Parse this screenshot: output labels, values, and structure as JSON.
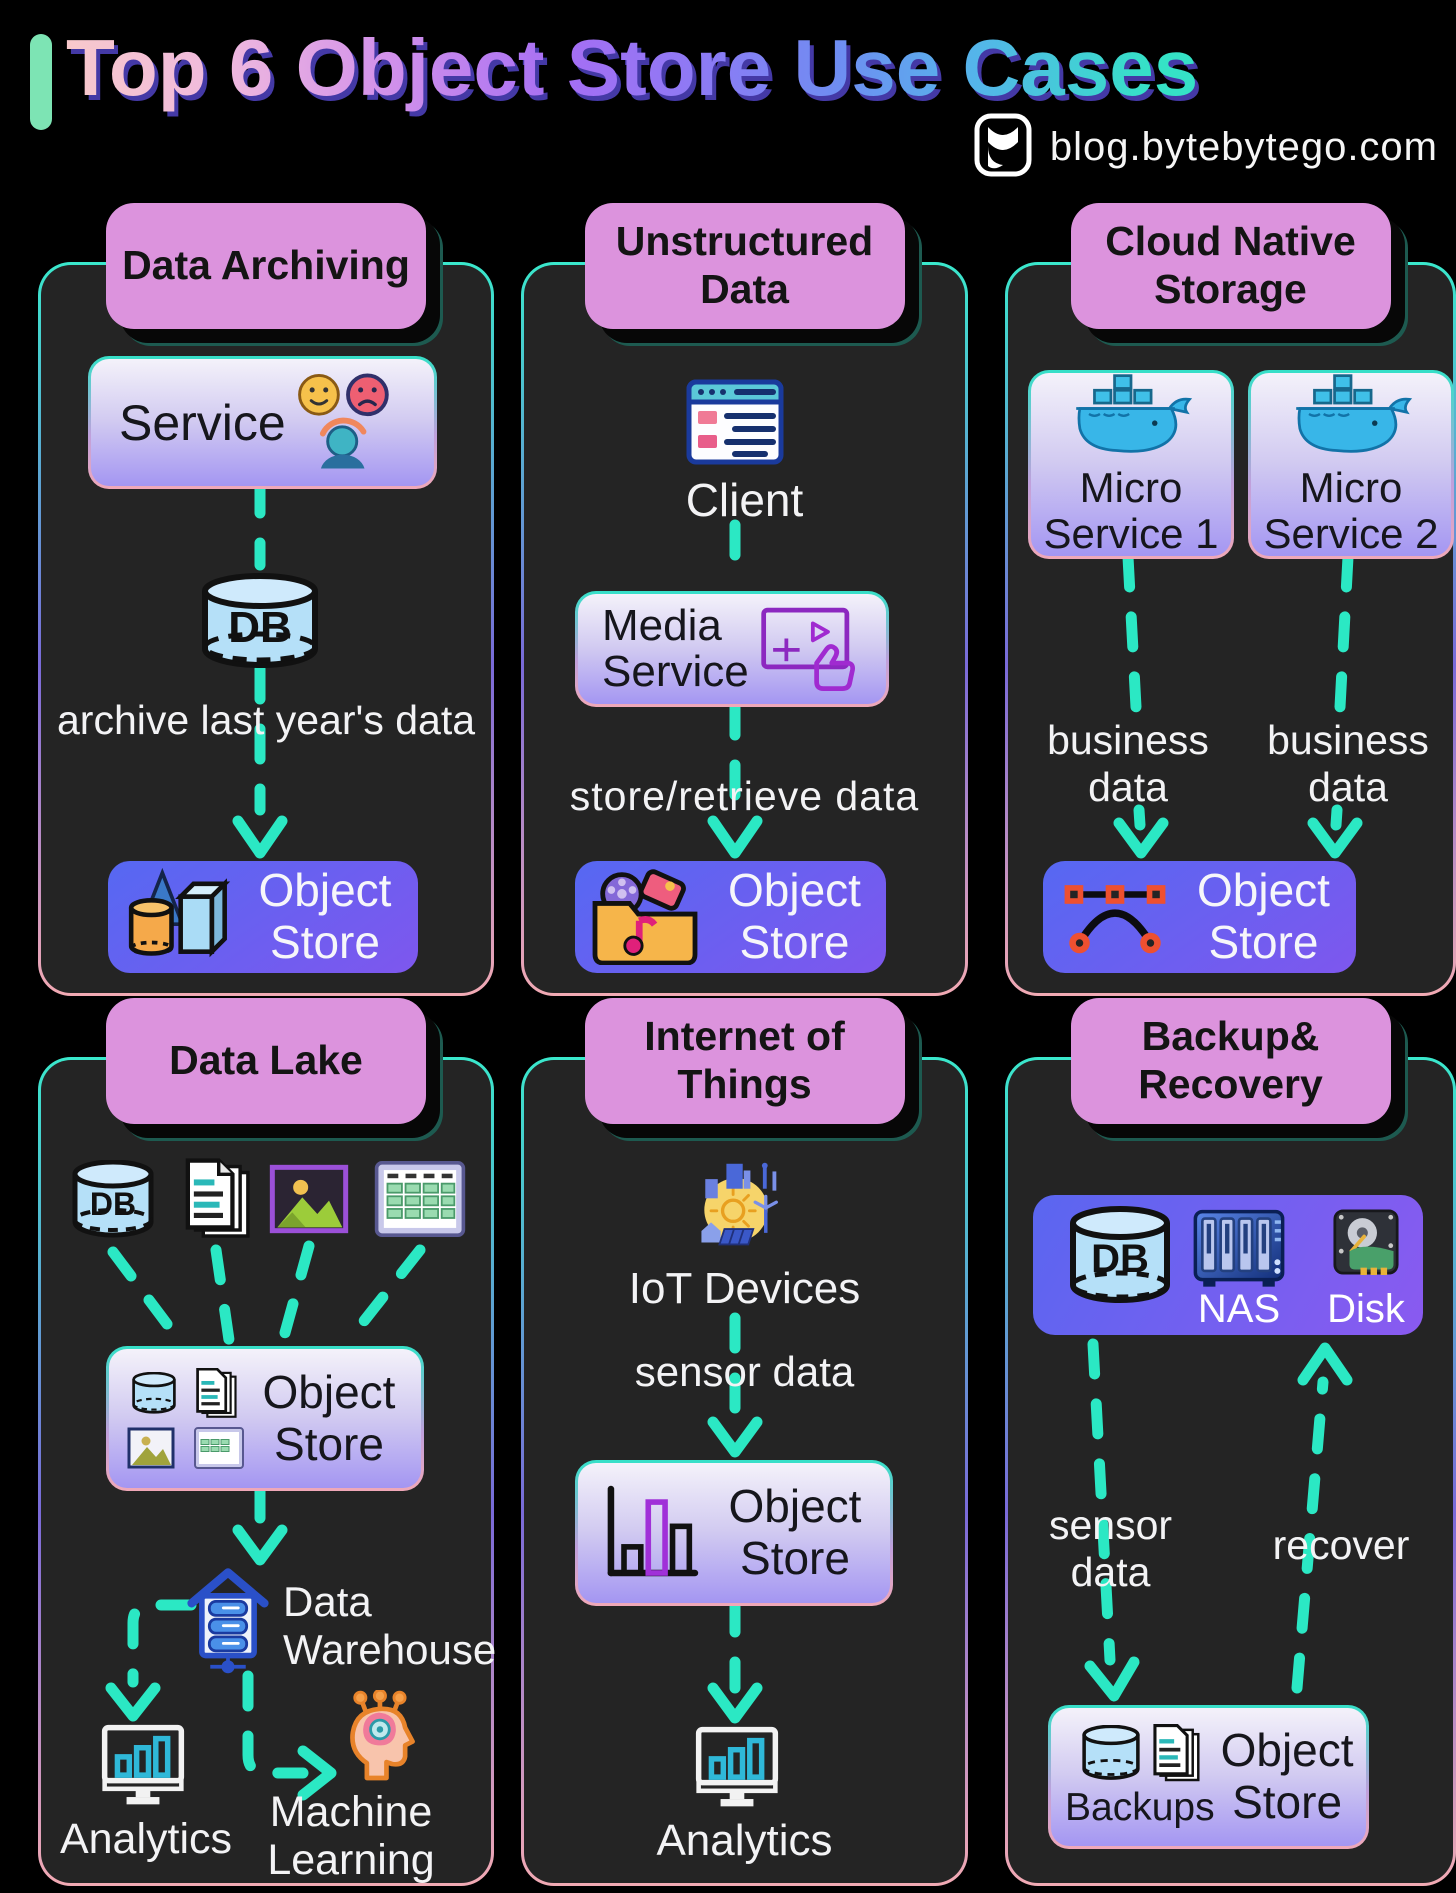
{
  "page": {
    "title": "Top 6 Object Store Use Cases",
    "brand": "blog.bytebytego.com"
  },
  "colors": {
    "accent_teal": "#2be8c4",
    "badge_pink": "#dc93dd",
    "store_indigo": "#6a5ef0",
    "panel_bg": "#242424",
    "title_gradient": [
      "#f8c9cc",
      "#d392ea",
      "#a56ef4",
      "#6f8df2",
      "#35e2c6"
    ]
  },
  "panels": [
    {
      "title": "Data Archiving",
      "service_label": "Service",
      "db_label": "DB",
      "note": "archive last year's data",
      "store_label": "Object Store"
    },
    {
      "title": "Unstructured Data",
      "client_label": "Client",
      "media_label": "Media Service",
      "note": "store/retrieve data",
      "store_label": "Object Store"
    },
    {
      "title": "Cloud Native Storage",
      "ms1_label": "Micro Service 1",
      "ms2_label": "Micro Service 2",
      "edge1_label": "business data",
      "edge2_label": "business data",
      "store_label": "Object Store"
    },
    {
      "title": "Data Lake",
      "db_label": "DB",
      "store_label": "Object Store",
      "warehouse_label": "Data Warehouse",
      "analytics_label": "Analytics",
      "ml_label": "Machine Learning"
    },
    {
      "title": "Internet of Things",
      "devices_label": "IoT Devices",
      "edge_label": "sensor data",
      "store_label": "Object Store",
      "analytics_label": "Analytics"
    },
    {
      "title": "Backup& Recovery",
      "db_label": "DB",
      "nas_label": "NAS",
      "disk_label": "Disk",
      "edge_backup_label": "sensor data",
      "edge_recover_label": "recover",
      "backups_label": "Backups",
      "store_label": "Object Store"
    }
  ]
}
